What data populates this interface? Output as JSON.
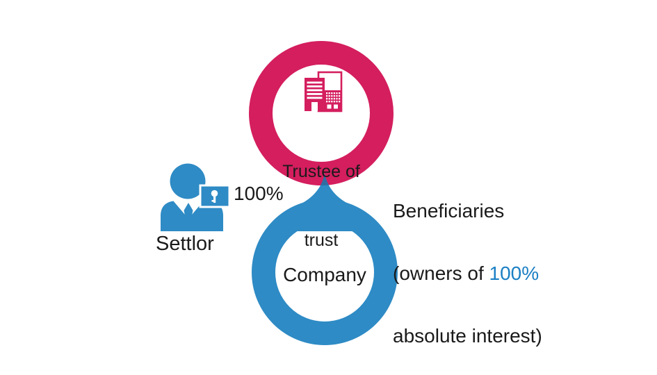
{
  "colors": {
    "pink": "#D41E5E",
    "blue": "#2E8BC5",
    "overlap_blue": "#316CA3",
    "text_black": "#1A1A1A",
    "highlight_blue": "#1B7FC4",
    "background": "#FFFFFF"
  },
  "nodes": {
    "trustee": {
      "label_line1": "Trustee of",
      "label_line2": "trust",
      "icon": "buildings-icon"
    },
    "company": {
      "label": "Company"
    },
    "settlor": {
      "label": "Settlor",
      "ownership": "100%",
      "icon": "person-icon",
      "badge_icon": "key-icon"
    },
    "beneficiaries": {
      "line1": "Beneficiaries",
      "line2_prefix": "(owners of ",
      "line2_highlight": "100%",
      "line3": "absolute interest)"
    }
  }
}
